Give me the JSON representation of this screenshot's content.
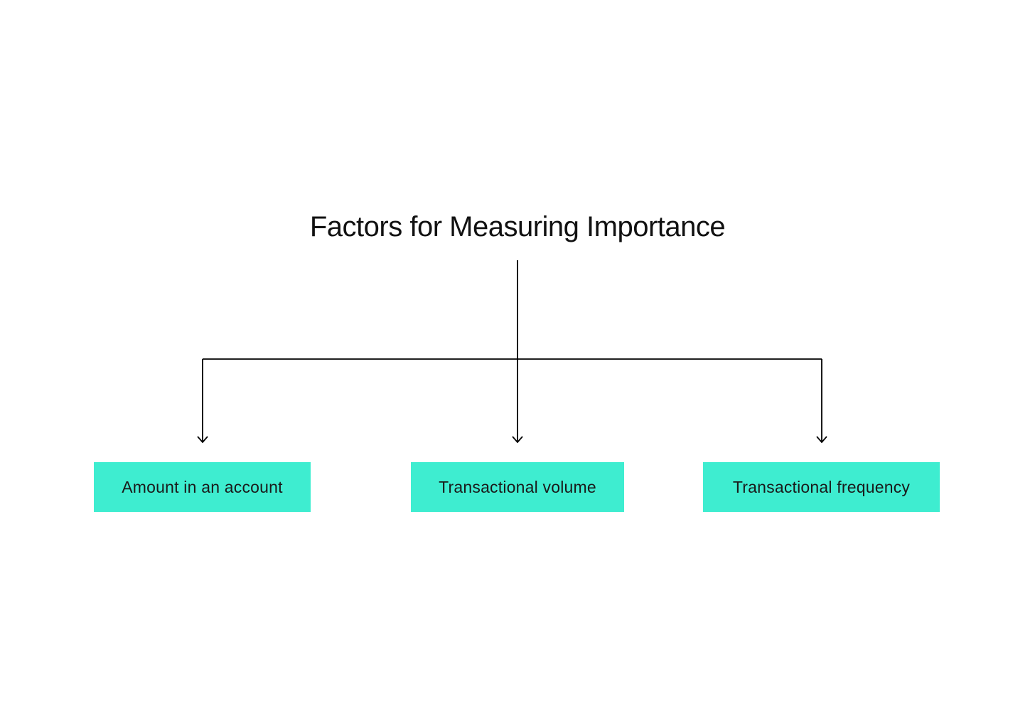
{
  "diagram": {
    "title": "Factors for Measuring Importance",
    "nodes": [
      {
        "label": "Amount in an account"
      },
      {
        "label": "Transactional volume"
      },
      {
        "label": "Transactional frequency"
      }
    ]
  },
  "colors": {
    "node_fill": "#3EEDD0",
    "connector": "#000000",
    "title_text": "#111111",
    "node_text": "#1a1a1a",
    "background": "#ffffff"
  }
}
